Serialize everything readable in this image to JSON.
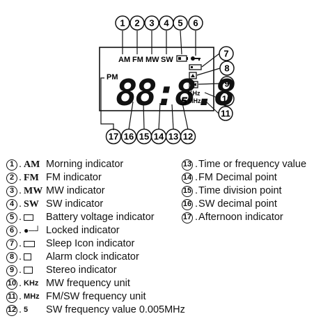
{
  "diagram": {
    "callouts_top": [
      "1",
      "2",
      "3",
      "4",
      "5",
      "6"
    ],
    "callouts_right": [
      "7",
      "8",
      "9",
      "10",
      "11"
    ],
    "callouts_bottom": [
      "17",
      "16",
      "15",
      "14",
      "13",
      "12"
    ],
    "lcd_labels": {
      "am": "AM",
      "fm": "FM",
      "mw": "MW",
      "sw": "SW",
      "pm": "PM",
      "khz": "KHz",
      "mhz": "MHz",
      "digits": "88:8.8",
      "small_digit": "5"
    }
  },
  "legend_left": [
    {
      "num": "1",
      "symbol": "AM",
      "text": "Morning indicator"
    },
    {
      "num": "2",
      "symbol": "FM",
      "text": "FM indicator"
    },
    {
      "num": "3",
      "symbol": "MW",
      "text": "MW indicator"
    },
    {
      "num": "4",
      "symbol": "SW",
      "text": "SW indicator"
    },
    {
      "num": "5",
      "symbol": "battery-icon",
      "text": "Battery voltage indicator"
    },
    {
      "num": "6",
      "symbol": "key-icon",
      "text": "Locked indicator"
    },
    {
      "num": "7",
      "symbol": "sleep-icon",
      "text": "Sleep Icon indicator"
    },
    {
      "num": "8",
      "symbol": "alarm-bell-icon",
      "text": "Alarm clock indicator"
    },
    {
      "num": "9",
      "symbol": "stereo-icon",
      "text": "Stereo indicator"
    },
    {
      "num": "10",
      "symbol": "KHz",
      "text": "MW frequency unit"
    },
    {
      "num": "11",
      "symbol": "MHz",
      "text": "FM/SW frequency unit"
    },
    {
      "num": "12",
      "symbol": "5",
      "text": "SW frequency value 0.005MHz"
    }
  ],
  "legend_right": [
    {
      "num": "13",
      "text": "Time or frequency value"
    },
    {
      "num": "14",
      "text": "FM Decimal point"
    },
    {
      "num": "15",
      "text": "Time division point"
    },
    {
      "num": "16",
      "text": "SW decimal point"
    },
    {
      "num": "17",
      "text": "Afternoon indicator"
    }
  ]
}
